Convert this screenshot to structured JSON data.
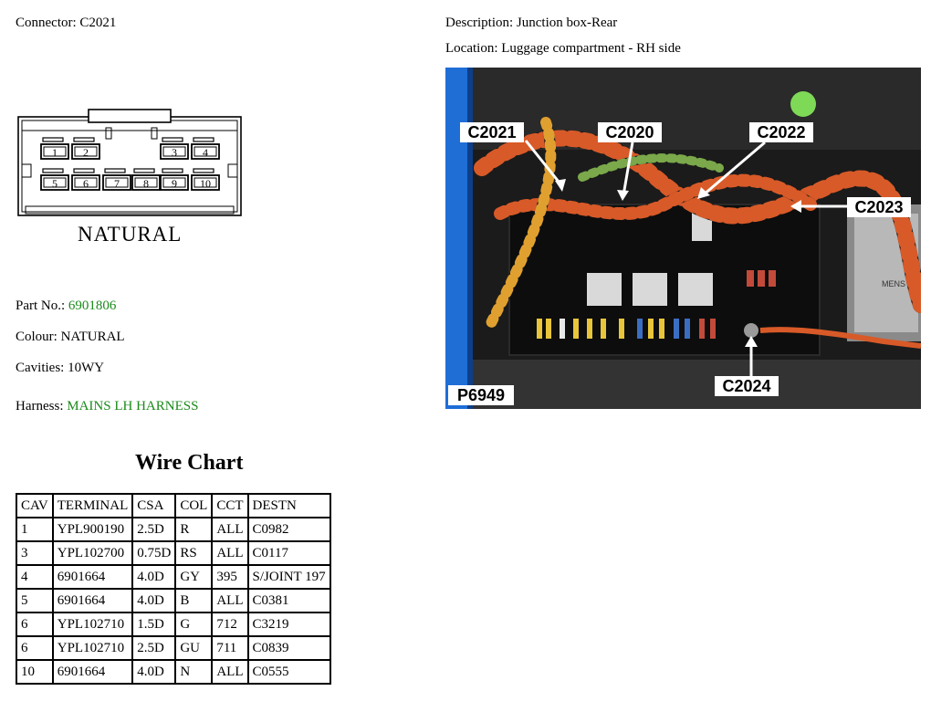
{
  "header": {
    "connector_label": "Connector:",
    "connector": "C2021",
    "description_label": "Description:",
    "description": "Junction box-Rear",
    "location_label": "Location:",
    "location": "Luggage compartment - RH side"
  },
  "connector_diagram": {
    "pins": [
      "1",
      "2",
      "3",
      "4",
      "5",
      "6",
      "7",
      "8",
      "9",
      "10"
    ],
    "label": "NATURAL"
  },
  "details": {
    "part_label": "Part No.:",
    "part_no": "6901806",
    "colour_label": "Colour:",
    "colour": "NATURAL",
    "cavities_label": "Cavities:",
    "cavities": "10WY",
    "harness_label": "Harness:",
    "harness": "MAINS LH HARNESS"
  },
  "photo": {
    "callouts": [
      "C2021",
      "C2020",
      "C2022",
      "C2023",
      "C2024"
    ],
    "ref": "P6949",
    "brand_fragment": "MENS",
    "colors": {
      "wire_orange": "#d85a28",
      "wire_black": "#1a1a1a",
      "frame_blue": "#1f6ed6",
      "pad_green": "#7ed957"
    }
  },
  "wire_chart": {
    "title": "Wire Chart",
    "columns": [
      "CAV",
      "TERMINAL",
      "CSA",
      "COL",
      "CCT",
      "DESTN"
    ],
    "rows": [
      [
        "1",
        "YPL900190",
        "2.5D",
        "R",
        "ALL",
        "C0982"
      ],
      [
        "3",
        "YPL102700",
        "0.75D",
        "RS",
        "ALL",
        "C0117"
      ],
      [
        "4",
        "6901664",
        "4.0D",
        "GY",
        "395",
        "S/JOINT 197"
      ],
      [
        "5",
        "6901664",
        "4.0D",
        "B",
        "ALL",
        "C0381"
      ],
      [
        "6",
        "YPL102710",
        "1.5D",
        "G",
        "712",
        "C3219"
      ],
      [
        "6",
        "YPL102710",
        "2.5D",
        "GU",
        "711",
        "C0839"
      ],
      [
        "10",
        "6901664",
        "4.0D",
        "N",
        "ALL",
        "C0555"
      ]
    ]
  }
}
